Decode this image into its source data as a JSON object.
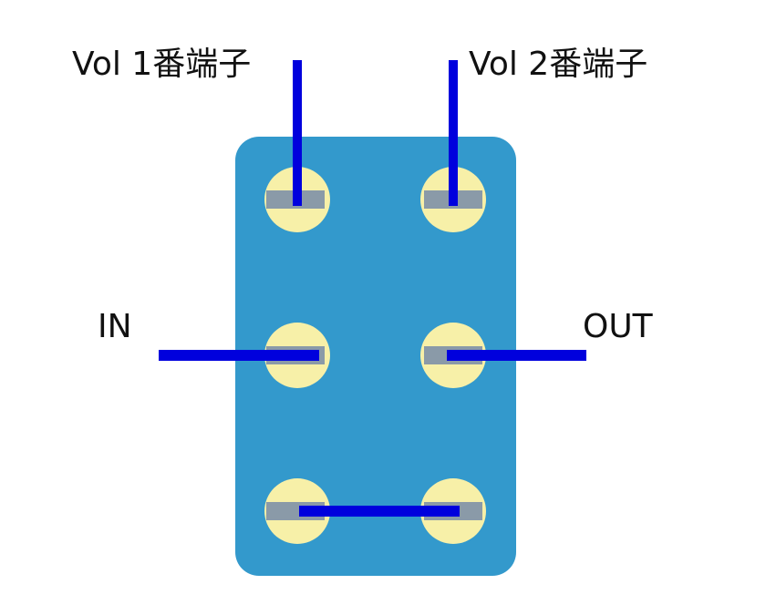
{
  "labels": {
    "vol1": "Vol 1番端子",
    "vol2": "Vol 2番端子",
    "in": "IN",
    "out": "OUT"
  },
  "colors": {
    "switch_body": "#3399cc",
    "lug_pad": "#f7f0a8",
    "lug_contact": "#8a9aa8",
    "wire": "#0000dd",
    "text": "#111111",
    "background": "#ffffff"
  }
}
